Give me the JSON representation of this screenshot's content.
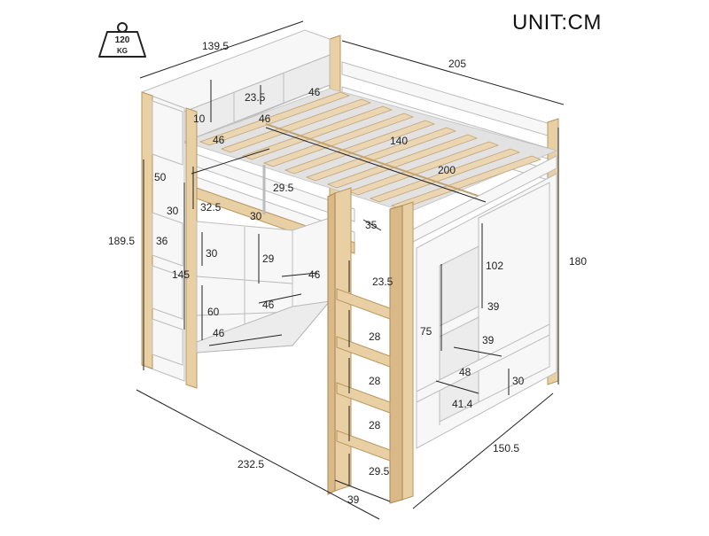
{
  "unit_label": "UNIT:CM",
  "weight_badge": {
    "value": "120",
    "unit": "KG",
    "icon": "weight-icon"
  },
  "dimensions": {
    "top_shelf_width": "139.5",
    "bed_length": "205",
    "shelf_small": "23.5",
    "shelf_top_right": "46",
    "shelf_depth_10": "10",
    "shelf_46_a": "46",
    "shelf_46_b": "46",
    "bed_width_inner": "140",
    "bed_length_inner": "200",
    "side_height_50": "50",
    "rail_gap": "29.5",
    "side_30_a": "30",
    "shelf_32_5": "32.5",
    "shelf_30_b": "30",
    "ladder_top_35": "35",
    "total_height": "189.5",
    "side_36": "36",
    "cube_30": "30",
    "cube_29": "29",
    "under_height": "145",
    "cube_46_c": "46",
    "ladder_step_23_5": "23.5",
    "desk_102": "102",
    "right_height": "180",
    "desk_39_a": "39",
    "cube_60": "60",
    "cube_46_d": "46",
    "cube_46_e": "46",
    "desk_75": "75",
    "desk_39_b": "39",
    "step_28_a": "28",
    "step_28_b": "28",
    "step_28_c": "28",
    "desk_48": "48",
    "desk_30": "30",
    "desk_41_4": "41.4",
    "total_length": "232.5",
    "total_depth": "150.5",
    "ladder_bottom_29_5": "29.5",
    "ladder_width": "39"
  },
  "colors": {
    "wood": "#e8cfa4",
    "white": "#f7f7f7",
    "line": "#222222"
  }
}
